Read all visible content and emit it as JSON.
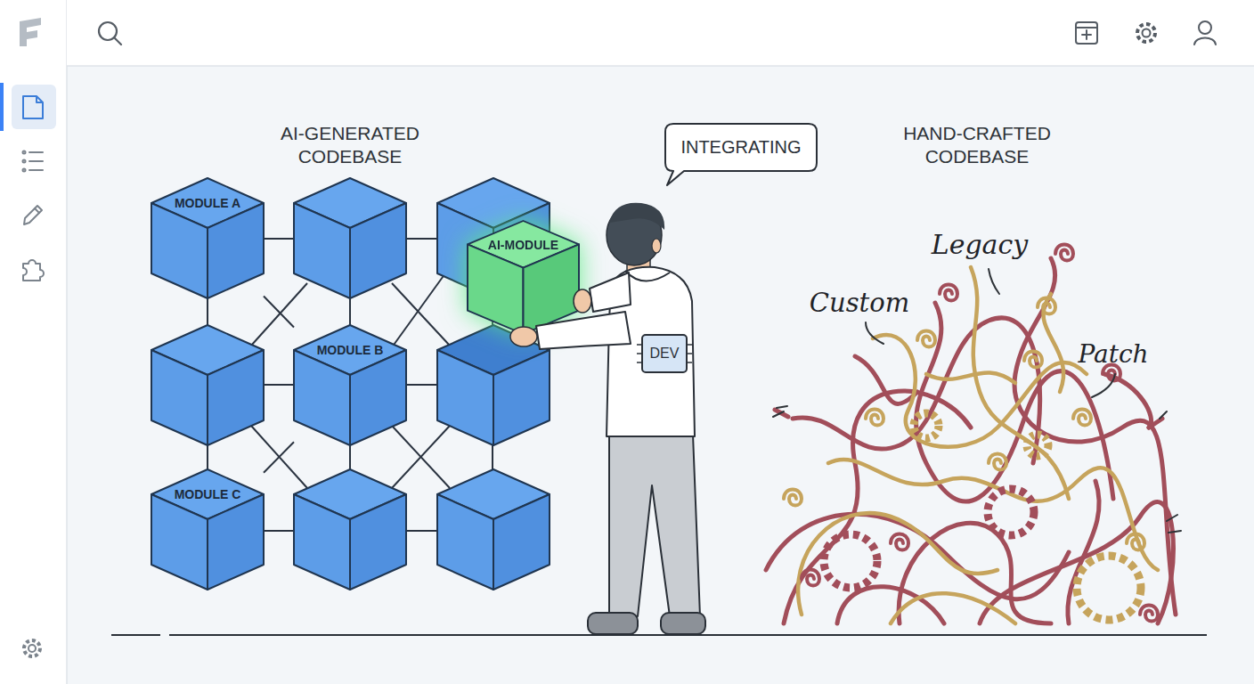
{
  "diagram": {
    "nodes": [
      {
        "text": [
          "INTEGRATING"
        ]
      },
      {
        "text": [
          "MODULE A"
        ]
      },
      {
        "text": [
          "AI-MODULE"
        ]
      },
      {
        "text": [
          "MODULE B"
        ]
      },
      {
        "text": [
          "DEV"
        ]
      },
      {
        "text": [
          "MODULE C"
        ]
      }
    ],
    "edges": [
      {
        "from": 1,
        "to": 3,
        "arrow": "none"
      },
      {
        "from": 3,
        "to": 5,
        "arrow": "none"
      }
    ],
    "labels": [
      "AI-GENERATED CODEBASE",
      "HAND-CRAFTED CODEBASE",
      "Legacy",
      "Custom",
      "Patch"
    ]
  }
}
